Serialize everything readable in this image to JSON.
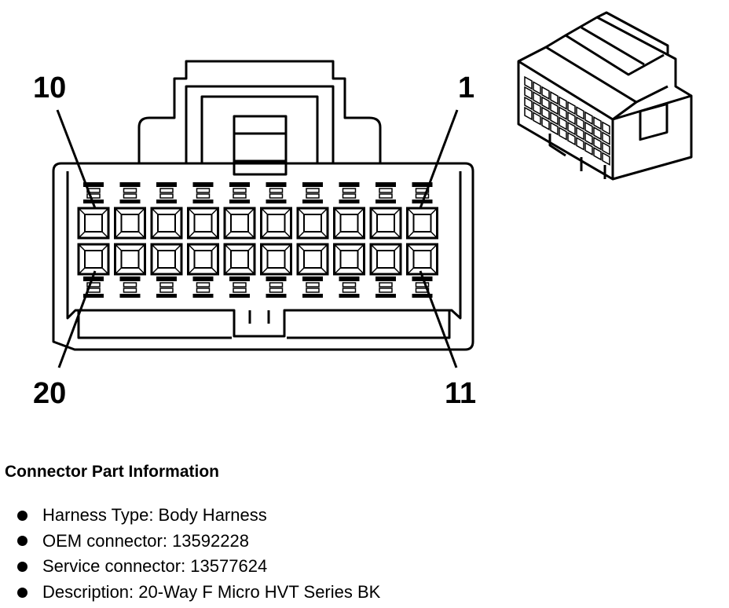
{
  "diagram": {
    "pin_labels": {
      "top_left": "10",
      "top_right": "1",
      "bottom_left": "20",
      "bottom_right": "11"
    },
    "pin_rows": 2,
    "pins_per_row": 10
  },
  "info": {
    "heading": "Connector Part Information",
    "items": [
      "Harness Type: Body Harness",
      "OEM connector: 13592228",
      "Service connector: 13577624",
      "Description: 20-Way F Micro HVT Series BK"
    ]
  }
}
